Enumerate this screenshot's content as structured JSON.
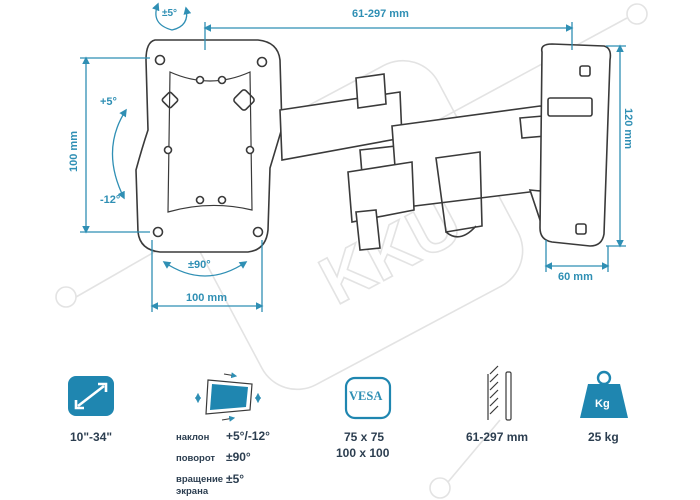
{
  "diagram": {
    "top_angle": "±5°",
    "extension_width": "61-297 mm",
    "vesa_height": "100 mm",
    "tilt_up": "+5°",
    "tilt_down": "-12°",
    "swivel": "±90°",
    "vesa_width": "100 mm",
    "bracket_height": "120 mm",
    "bracket_width": "60 mm",
    "watermark": "KKU"
  },
  "specs": {
    "screen_size": "10\"-34\"",
    "tilt_label": "наклон",
    "tilt_value": "+5°/-12°",
    "swivel_label": "поворот",
    "swivel_value": "±90°",
    "rotation_label_line1": "вращение",
    "rotation_label_line2": "экрана",
    "rotation_value": "±5°",
    "vesa_badge": "VESA",
    "vesa_line1": "75 x 75",
    "vesa_line2": "100 x 100",
    "extension": "61-297 mm",
    "load_badge": "Kg",
    "load": "25 kg"
  },
  "colors": {
    "accent": "#2f8fb4",
    "icon_fill": "#1f86b0",
    "outline": "#3a3a3a",
    "text": "#2c3e50",
    "watermark": "#e3e3e3"
  }
}
